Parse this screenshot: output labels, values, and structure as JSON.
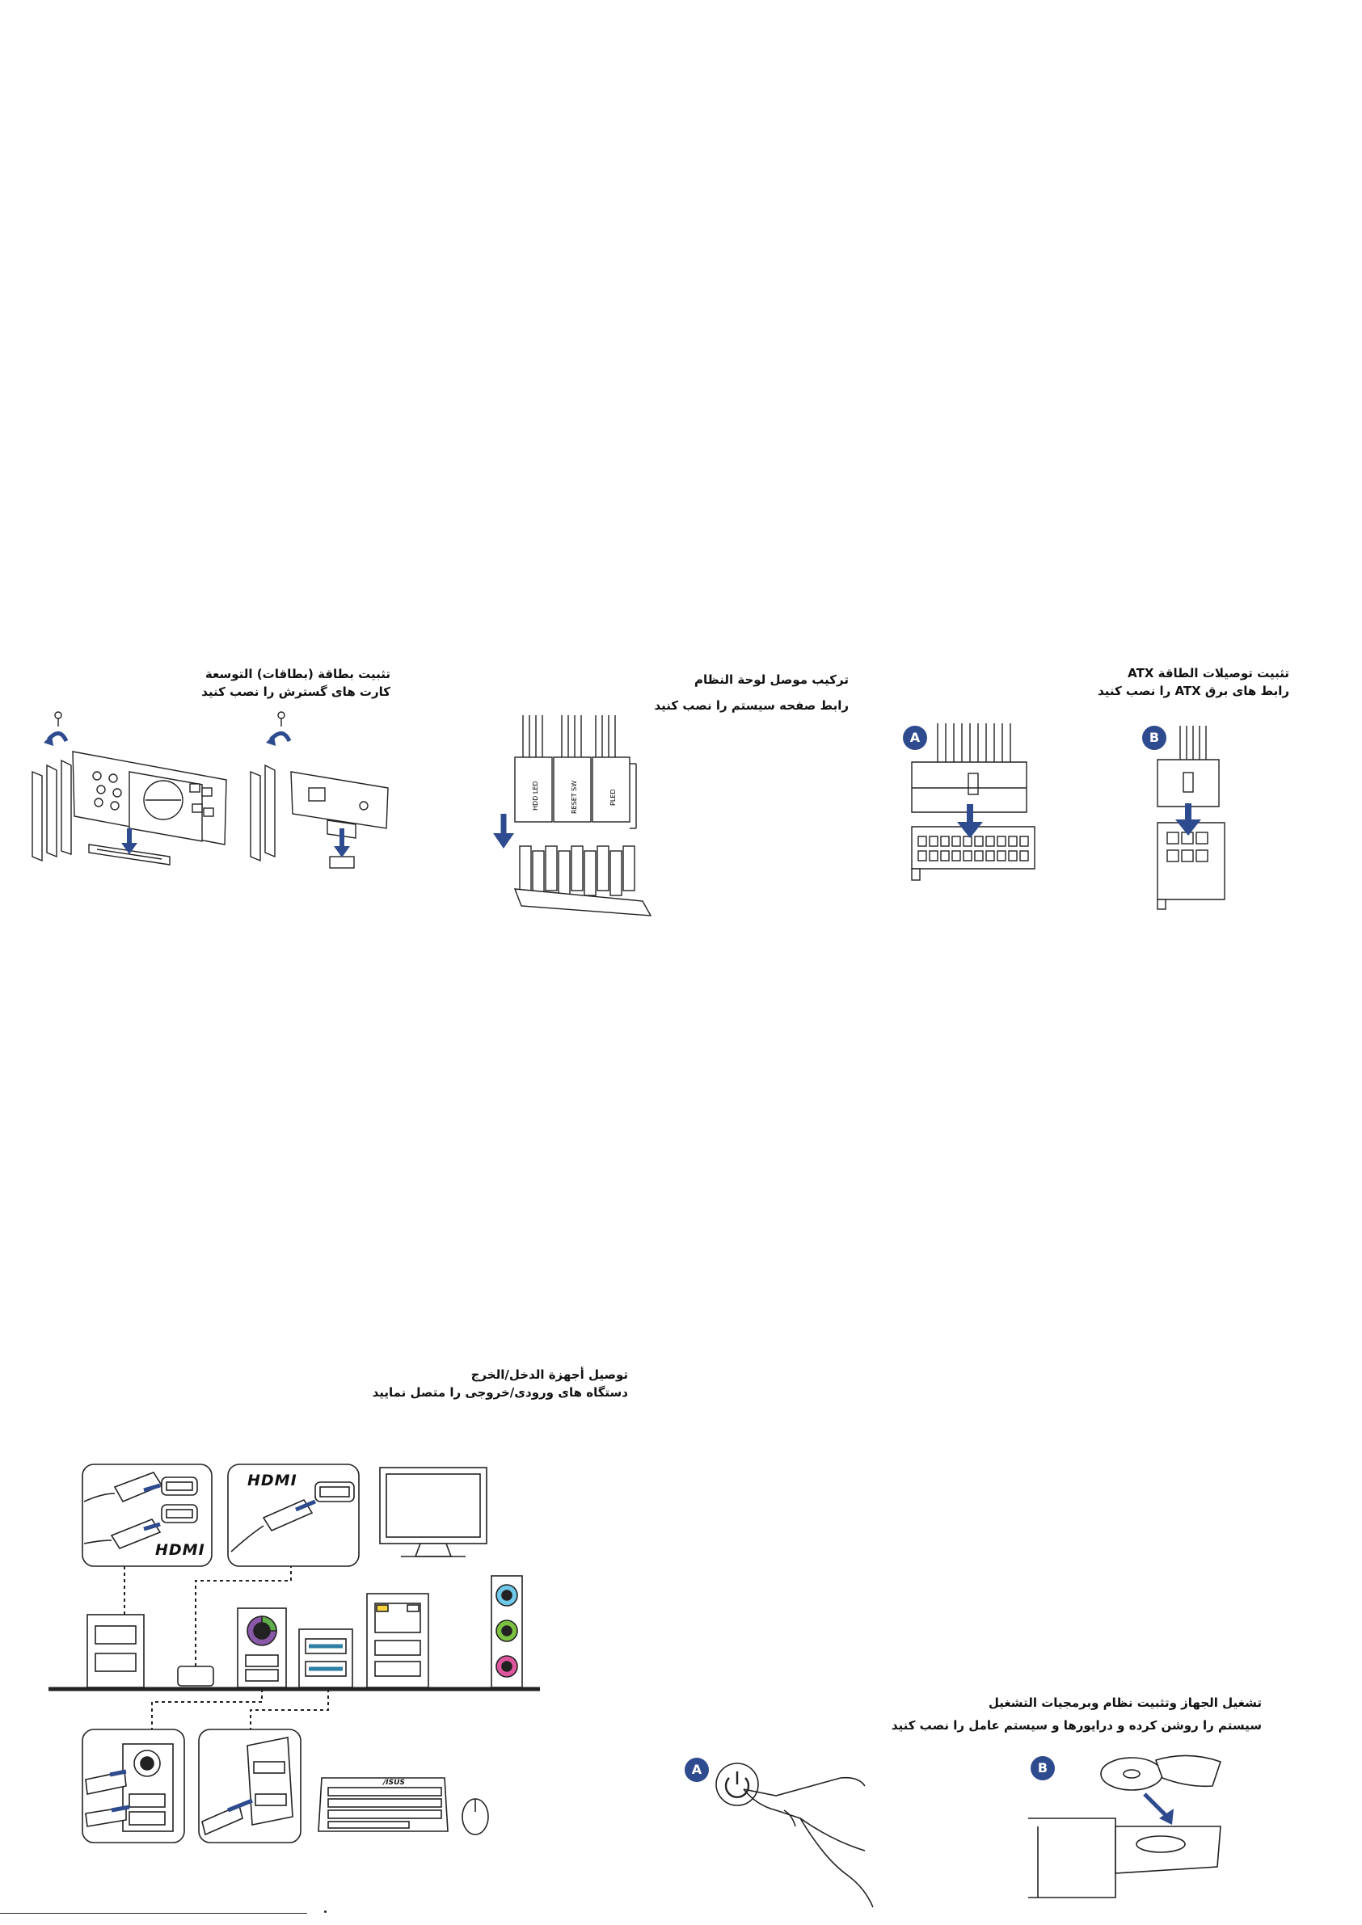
{
  "sections": {
    "expansion": {
      "title_ar": "تثبيت بطاقة (بطاقات) التوسعة",
      "title_fa": "کارت های گسترش را نصب کنید"
    },
    "panel": {
      "title_ar": "تركيب موصل لوحة النظام",
      "title_fa": "رابط صفحه سیستم را نصب کنید"
    },
    "atx": {
      "title_ar": "تثبيت توصيلات الطاقة ATX",
      "title_fa": "رابط های برق ATX را نصب کنید",
      "step_a": "A",
      "step_b": "B"
    },
    "io": {
      "title_ar": "توصيل أجهزة الدخل/الخرج",
      "title_fa": "دستگاه های ورودی/خروجی را متصل نمایید",
      "hdmi_logo_1": "HDMI",
      "hdmi_logo_2": "HDMI",
      "asus_logo": "/ISUS"
    },
    "power": {
      "title_ar": "تشغيل الجهاز وتثبيت نظام وبرمجيات التشغيل",
      "title_fa": "سیستم را روشن کرده و درایورها و سیستم عامل را نصب کنید",
      "step_a": "A",
      "step_b": "B"
    }
  },
  "panel_pins": [
    "HDD LED",
    "RESET SW",
    "PLED"
  ],
  "colors": {
    "accent_blue": "#2d4b8e",
    "line": "#222222",
    "psu_audio_blue": "#6fc8e8",
    "audio_green": "#7cc242",
    "audio_pink": "#e0569e",
    "ps2_purple": "#8a58a8",
    "ps2_green": "#5fae4a",
    "usb3_blue": "#2d7fa6",
    "lan_yellow": "#f4d33c"
  }
}
